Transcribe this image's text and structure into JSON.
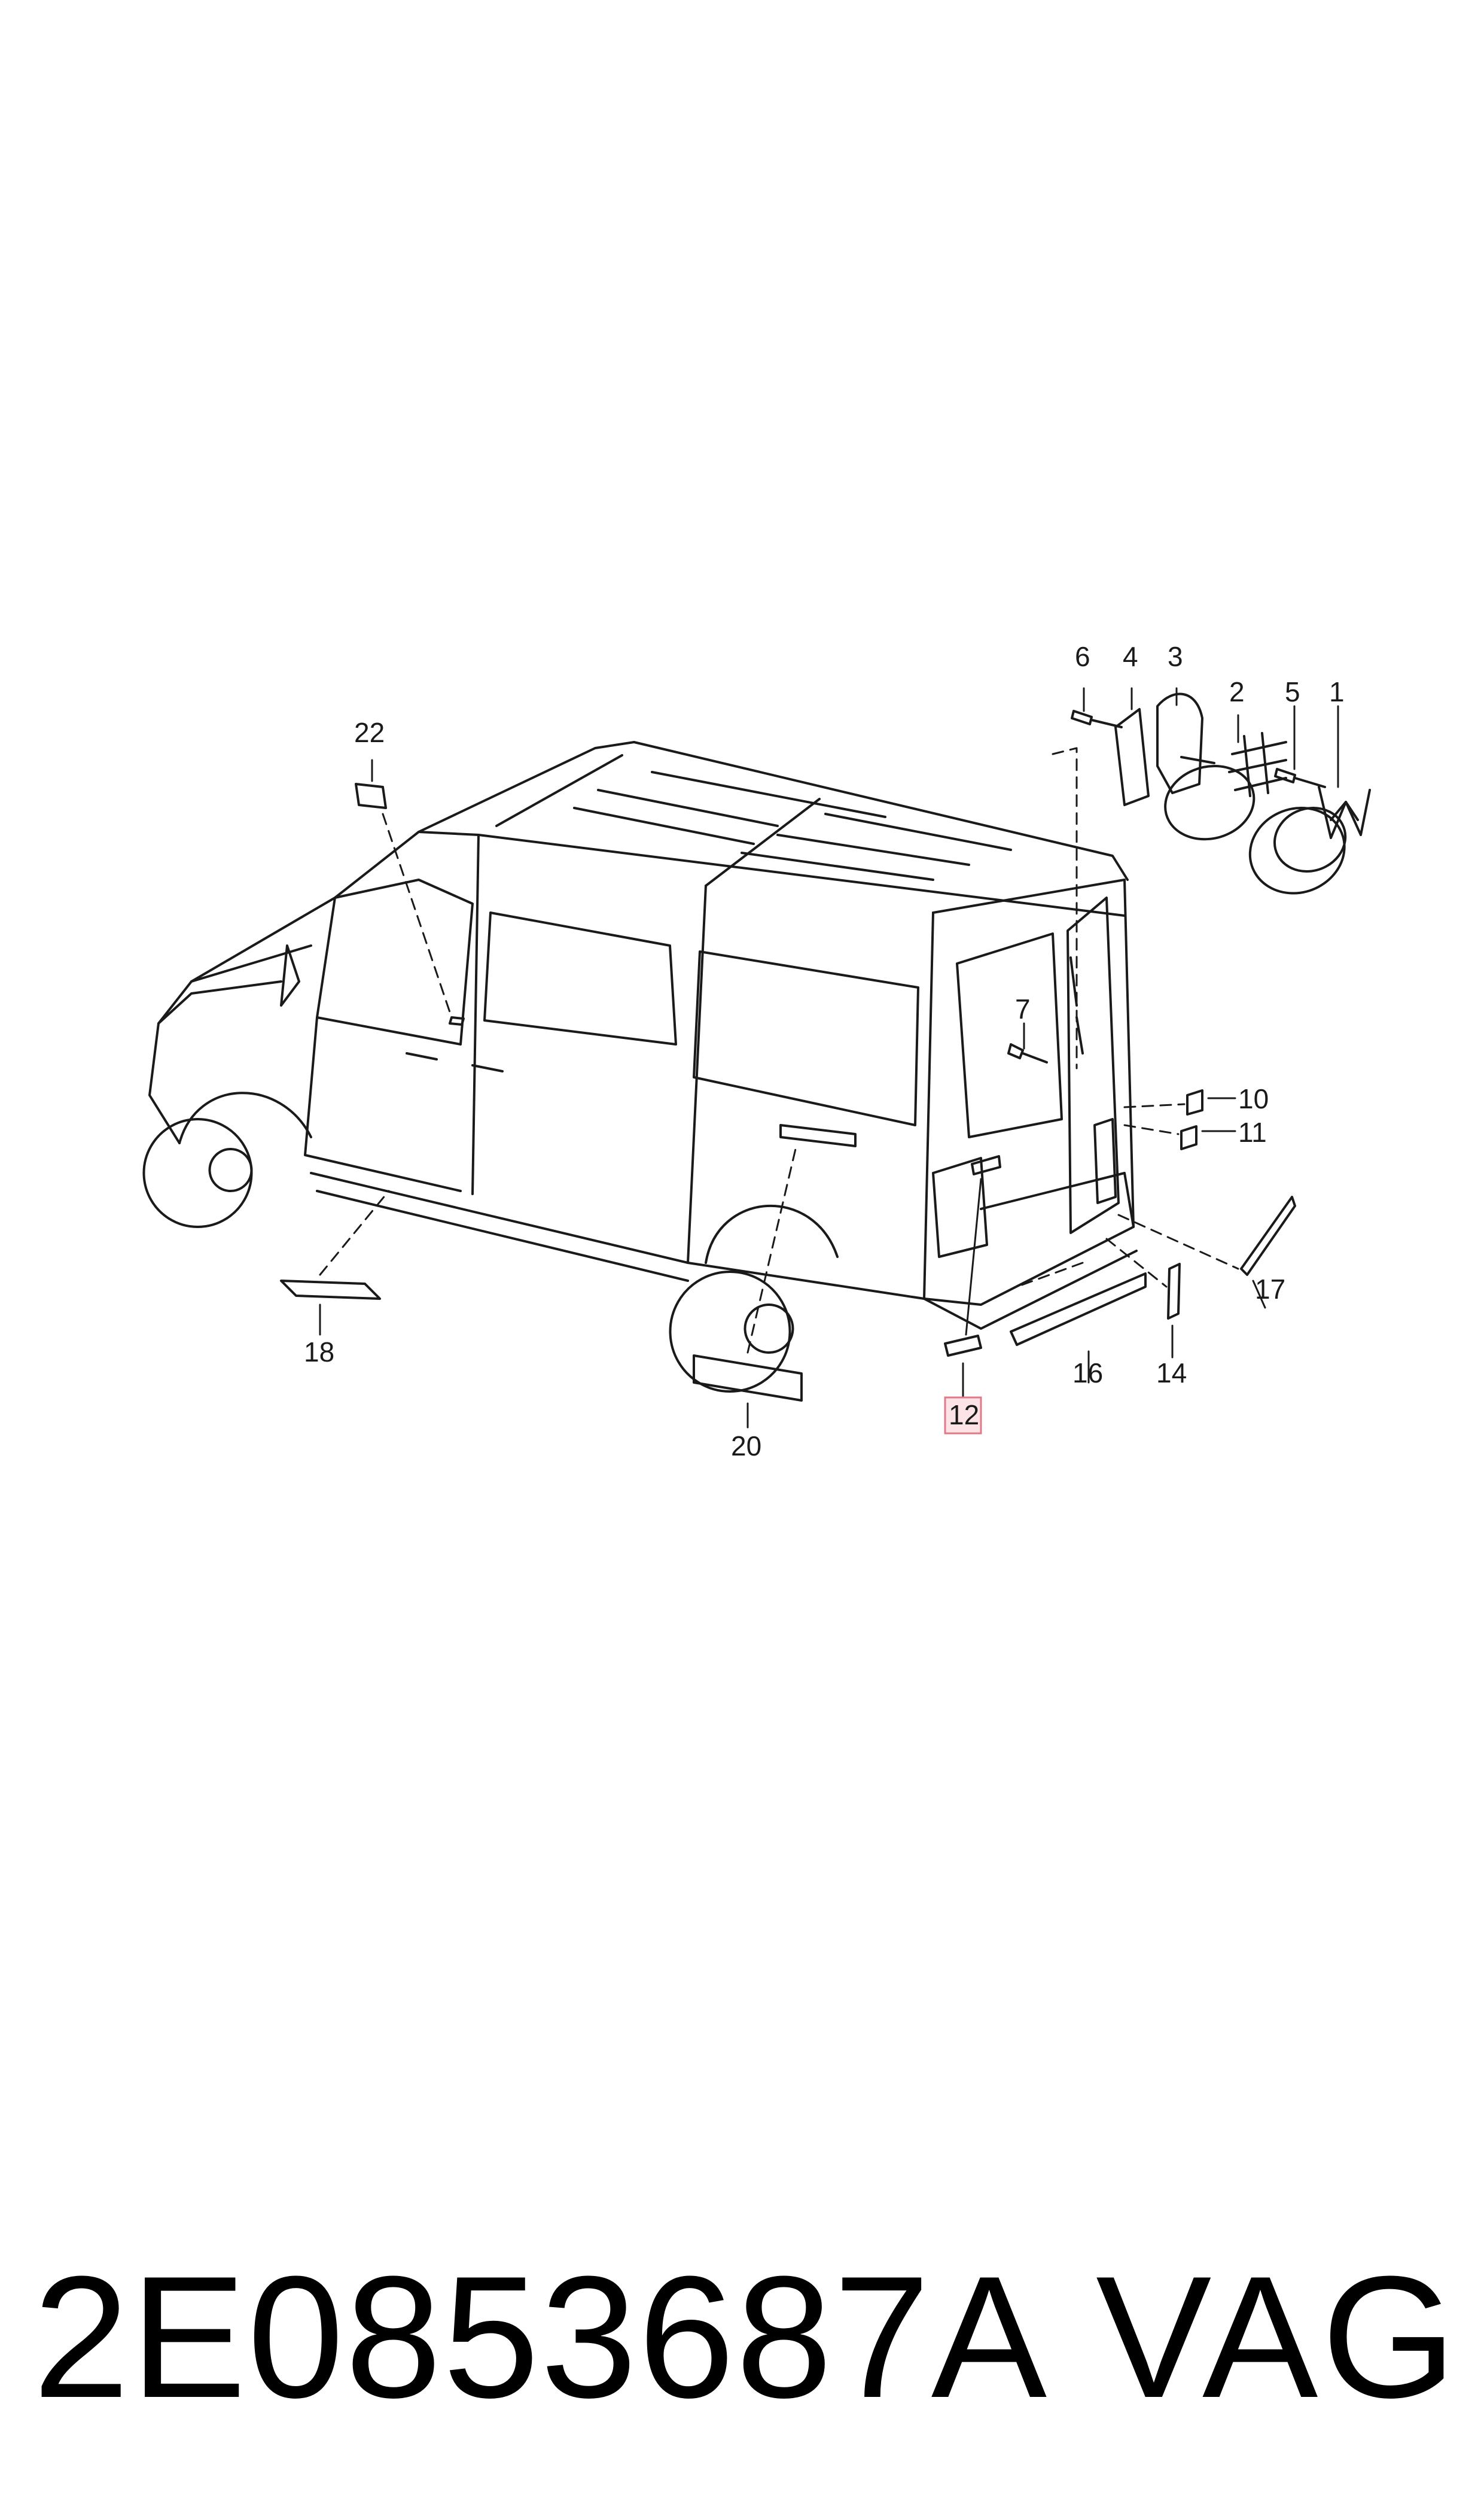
{
  "diagram": {
    "callouts": [
      {
        "id": "1",
        "label": "1"
      },
      {
        "id": "2",
        "label": "2"
      },
      {
        "id": "3",
        "label": "3"
      },
      {
        "id": "4",
        "label": "4"
      },
      {
        "id": "5",
        "label": "5"
      },
      {
        "id": "6",
        "label": "6"
      },
      {
        "id": "7",
        "label": "7"
      },
      {
        "id": "10",
        "label": "10"
      },
      {
        "id": "11",
        "label": "11"
      },
      {
        "id": "12",
        "label": "12",
        "highlighted": true
      },
      {
        "id": "14",
        "label": "14"
      },
      {
        "id": "16",
        "label": "16"
      },
      {
        "id": "17",
        "label": "17"
      },
      {
        "id": "18",
        "label": "18"
      },
      {
        "id": "20",
        "label": "20"
      },
      {
        "id": "22",
        "label": "22"
      }
    ],
    "highlight_color": "#e07a88",
    "line_color": "#1a1a1a"
  },
  "footer": {
    "part_number": "2E0853687A",
    "brand": "VAG"
  }
}
